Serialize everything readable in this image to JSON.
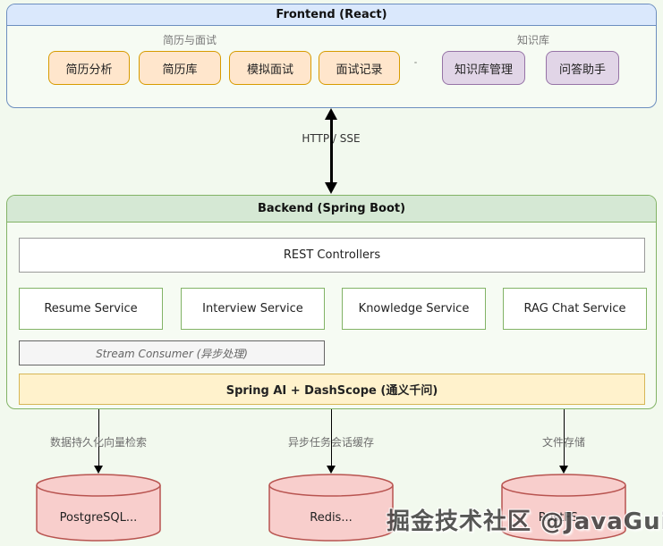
{
  "frontend": {
    "title": "Frontend (React)",
    "groups": [
      {
        "label": "简历与面试",
        "buttons": [
          "简历分析",
          "简历库",
          "模拟面试",
          "面试记录"
        ]
      },
      {
        "label": "知识库",
        "buttons": [
          "知识库管理",
          "问答助手"
        ]
      }
    ]
  },
  "connection": {
    "label": "HTTP / SSE"
  },
  "backend": {
    "title": "Backend (Spring Boot)",
    "rest_controllers": "REST Controllers",
    "services": [
      "Resume Service",
      "Interview Service",
      "Knowledge Service",
      "RAG Chat Service"
    ],
    "stream_consumer": "Stream Consumer (异步处理)",
    "ai_layer": "Spring AI + DashScope (通义千问)"
  },
  "storage": [
    {
      "flow_label": "数据持久化向量检索",
      "db": "PostgreSQL..."
    },
    {
      "flow_label": "异步任务会话缓存",
      "db": "Redis..."
    },
    {
      "flow_label": "文件存储",
      "db": "RustFS..."
    }
  ],
  "watermark": "掘金技术社区 @JavaGuide",
  "colors": {
    "canvas_bg": "#f2f9ee",
    "frontend_header": "#dae8fc",
    "frontend_border": "#6c8ebf",
    "backend_header": "#d5e8d4",
    "backend_border": "#82b366",
    "feature_tile_fill": "#ffe6cc",
    "feature_tile_border": "#d79b00",
    "kb_tile_fill": "#e1d5e7",
    "kb_tile_border": "#9673a6",
    "ai_fill": "#fff2cc",
    "ai_border": "#d6b656",
    "db_fill": "#f8cecc",
    "db_border": "#b85450"
  }
}
